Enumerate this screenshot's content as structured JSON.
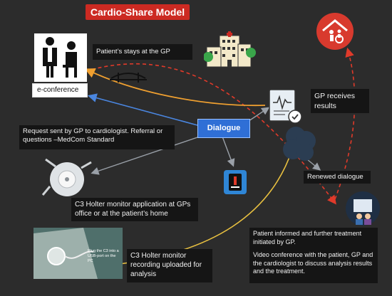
{
  "title": "Cardio-Share Model",
  "nodes": {
    "patient_at_gp": "Patient’s stays at the GP",
    "e_conference": "e-conference",
    "gp_receives": "GP receives results",
    "dialogue": "Dialogue",
    "request": "Request sent by GP to cardiologist. Referral or questions –MedCom Standard",
    "renewed": "Renewed dialogue",
    "holter_app": "C3 Holter monitor application at GPs office or at the patient’s home",
    "holter_upload": "C3 Holter monitor recording uploaded for analysis",
    "patient_informed": "Patient informed and further treatment initiated by GP.",
    "video_conference": "Video conference with the patient, GP and the cardiologist to discuss analysis results and the treatment.",
    "laptop_sticker": "Plug the C3 into a USB-port on the PC"
  },
  "icons": [
    "doctor-patient-icon",
    "hospital-icon",
    "bridge-icon",
    "home-care-icon",
    "results-document-icon",
    "holter-device-icon",
    "cloud-icon",
    "monitor-app-icon",
    "laptop-photo-icon",
    "video-conference-icon"
  ],
  "colors": {
    "title_bg": "#cc2a22",
    "dialogue_bg": "#2f6fd6",
    "orange_arrow": "#f0a030",
    "red_dashed": "#e03a2a",
    "gray_arrow": "#9aa0a8",
    "yellow_arrow": "#e8c040",
    "blue_arrow": "#4a86e0"
  }
}
